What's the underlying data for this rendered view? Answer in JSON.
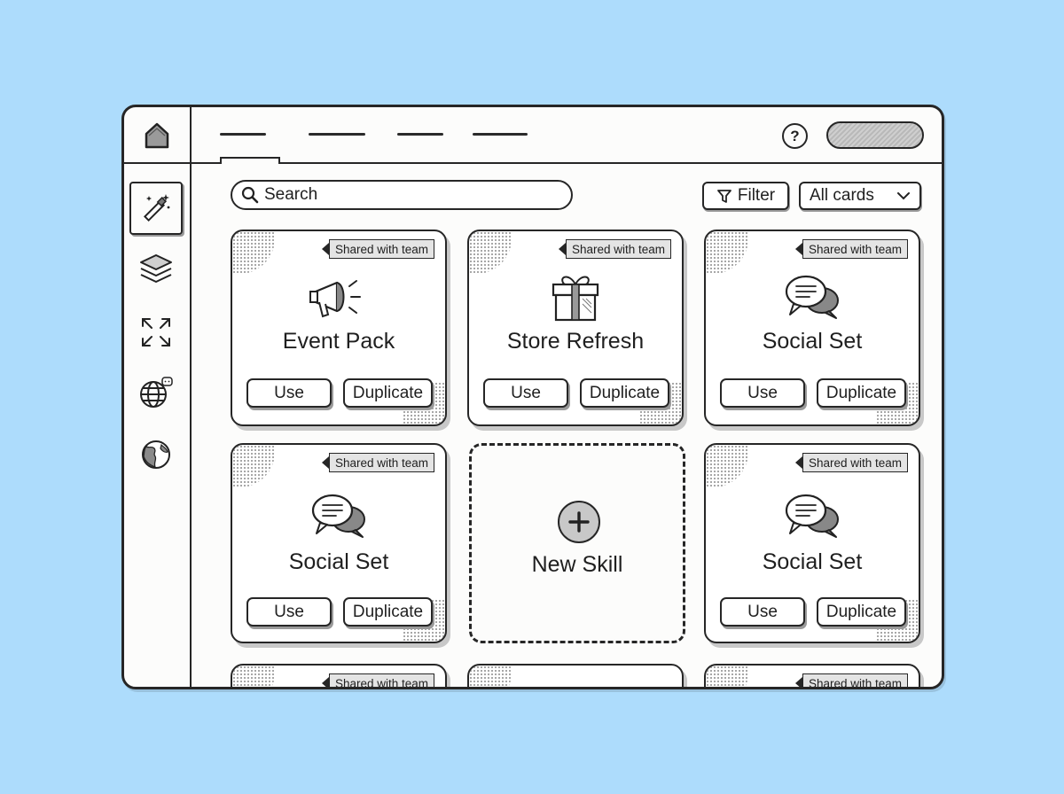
{
  "search": {
    "placeholder": "Search"
  },
  "toolbar": {
    "filter_label": "Filter",
    "view_select_value": "All cards"
  },
  "help": {
    "label": "?"
  },
  "sidebar": {
    "items": [
      {
        "name": "magic-wand",
        "active": true
      },
      {
        "name": "layers",
        "active": false
      },
      {
        "name": "expand",
        "active": false
      },
      {
        "name": "globe-chat",
        "active": false
      },
      {
        "name": "earth",
        "active": false
      }
    ]
  },
  "cards": [
    {
      "title": "Event Pack",
      "badge": "Shared with team",
      "icon": "megaphone-icon",
      "use_label": "Use",
      "duplicate_label": "Duplicate"
    },
    {
      "title": "Store Refresh",
      "badge": "Shared with team",
      "icon": "gift-icon",
      "use_label": "Use",
      "duplicate_label": "Duplicate"
    },
    {
      "title": "Social Set",
      "badge": "Shared with team",
      "icon": "chat-bubbles-icon",
      "use_label": "Use",
      "duplicate_label": "Duplicate"
    },
    {
      "title": "Social Set",
      "badge": "Shared with team",
      "icon": "chat-bubbles-icon",
      "use_label": "Use",
      "duplicate_label": "Duplicate"
    },
    {
      "title": "Social Set",
      "badge": "Shared with team",
      "icon": "chat-bubbles-icon",
      "use_label": "Use",
      "duplicate_label": "Duplicate"
    },
    {
      "badge": "Shared with team"
    },
    {
      "badge": ""
    },
    {
      "badge": "Shared with team"
    }
  ],
  "new_skill": {
    "label": "New Skill"
  }
}
